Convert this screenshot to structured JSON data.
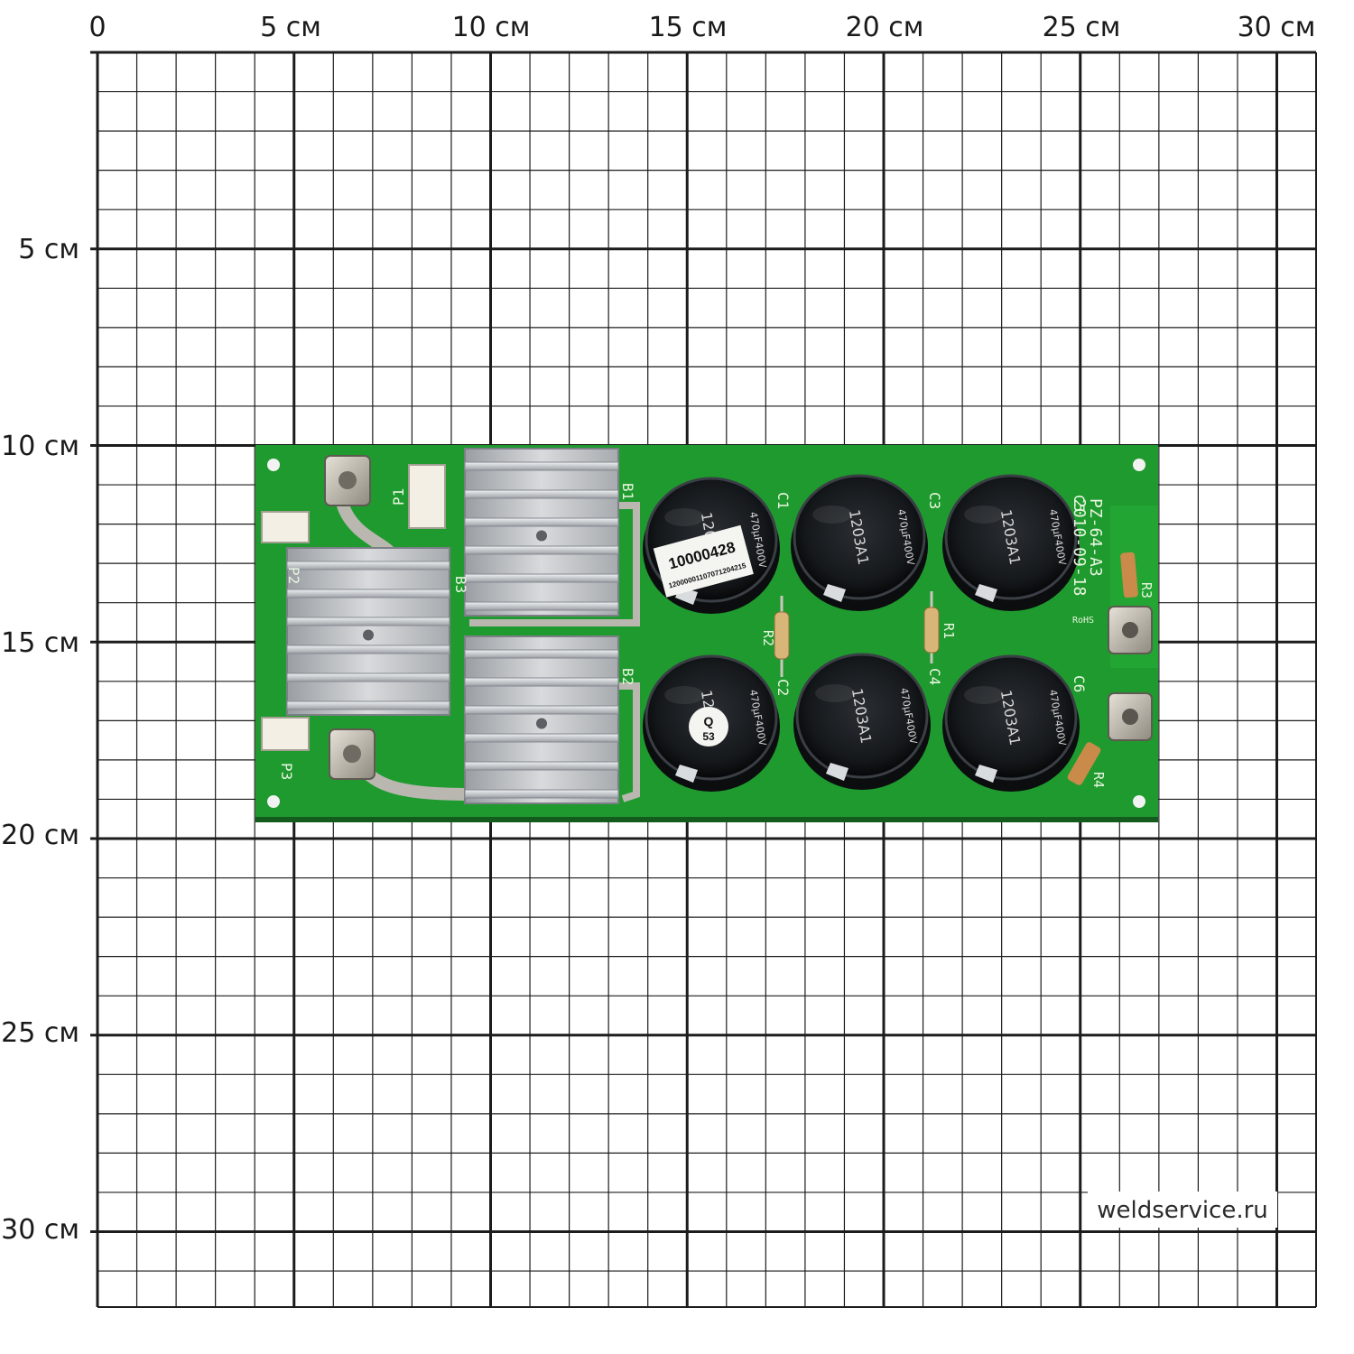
{
  "grid": {
    "x_labels": [
      "0",
      "5 см",
      "10 см",
      "15 см",
      "20 см",
      "25 см",
      "30 см"
    ],
    "y_labels": [
      "5 см",
      "10 см",
      "15 см",
      "20 см",
      "25 см",
      "30 см"
    ],
    "line_color": "#1c1c1c"
  },
  "board": {
    "model": "PZ-64-A3",
    "date": "2010-09-18",
    "rohs": "RoHS",
    "designators": {
      "P1": "P1",
      "P2": "P2",
      "P3": "P3",
      "B1": "B1",
      "B2": "B2",
      "B3": "B3",
      "C1": "C1",
      "C2": "C2",
      "C3": "C3",
      "C4": "C4",
      "C5": "C5",
      "C6": "C6",
      "R1": "R1",
      "R2": "R2",
      "R3": "R3",
      "R4": "R4"
    },
    "capacitor_marking": "470µF400V",
    "capacitor_code": "1203A1",
    "sticker_number": "10000428",
    "sticker_barcode_text": "12000001107071204215",
    "qc_mark_letter": "Q",
    "qc_mark_number": "53",
    "pcb_color": "#1f9a2e"
  },
  "watermark": "weldservice.ru"
}
